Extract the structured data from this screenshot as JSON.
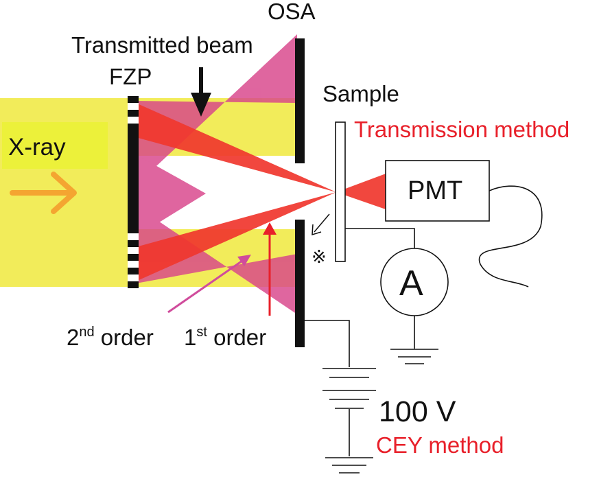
{
  "labels": {
    "osa": "OSA",
    "transmitted_beam": "Transmitted beam",
    "fzp": "FZP",
    "sample": "Sample",
    "transmission_method": "Transmission method",
    "xray": "X-ray",
    "pmt": "PMT",
    "ammeter": "A",
    "voltage": "100 V",
    "cey_method": "CEY method",
    "note_mark": "※",
    "second_order": {
      "num": "2",
      "suffix": "nd",
      "word": " order"
    },
    "first_order": {
      "num": "1",
      "suffix": "st",
      "word": " order"
    }
  },
  "colors": {
    "xray_beam": "#f2ec5a",
    "first_order_beam": "#f0372e",
    "second_order_beam": "#d8448a",
    "xray_arrow": "#f4a531",
    "second_order_arrow": "#d04c9c",
    "first_order_arrow": "#e8202a",
    "red_text": "#e8202a",
    "black": "#111111"
  }
}
